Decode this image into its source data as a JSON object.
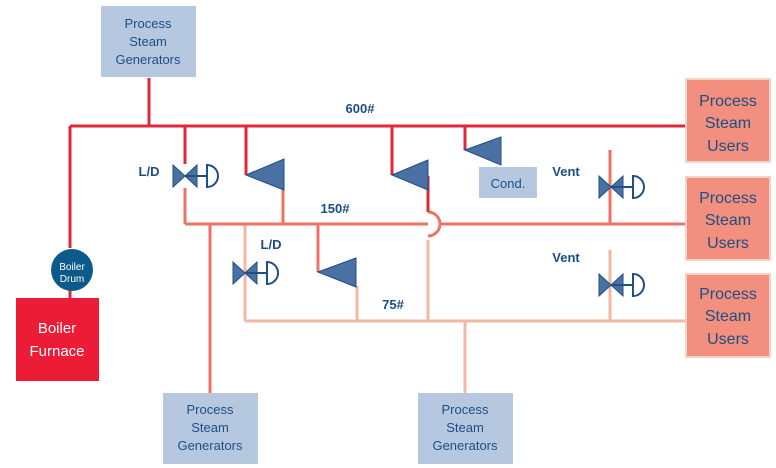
{
  "colors": {
    "header_600": "#e0283a",
    "header_150": "#ec7366",
    "header_75": "#f2b8a2",
    "valve_fill": "#4b70a4",
    "valve_stroke": "#1e4f86",
    "label_blue": "#1b4f84",
    "generator_box": "#b6c8e0",
    "cond_box": "#b6c8e0",
    "user_box": "#f38f7f",
    "user_box_border": "#f5d2c8",
    "user_text": "#1b4f84",
    "boiler_furnace": "#ec1c37",
    "boiler_drum": "#0b5a8c"
  },
  "headers": {
    "h600": "600#",
    "h150": "150#",
    "h75": "75#"
  },
  "generators": {
    "top": [
      "Process",
      "Steam",
      "Generators"
    ],
    "bottom_left": [
      "Process",
      "Steam",
      "Generators"
    ],
    "bottom_right": [
      "Process",
      "Steam",
      "Generators"
    ]
  },
  "users": {
    "u600": [
      "Process",
      "Steam",
      "Users"
    ],
    "u150": [
      "Process",
      "Steam",
      "Users"
    ],
    "u75": [
      "Process",
      "Steam",
      "Users"
    ]
  },
  "boiler": {
    "drum": [
      "Boiler",
      "Drum"
    ],
    "furnace": [
      "Boiler",
      "Furnace"
    ]
  },
  "labels": {
    "ld_top": "L/D",
    "ld_mid": "L/D",
    "vent_top": "Vent",
    "vent_mid": "Vent",
    "cond": "Cond."
  },
  "icons": [
    "control-valve-icon",
    "steam-turbine-icon"
  ]
}
